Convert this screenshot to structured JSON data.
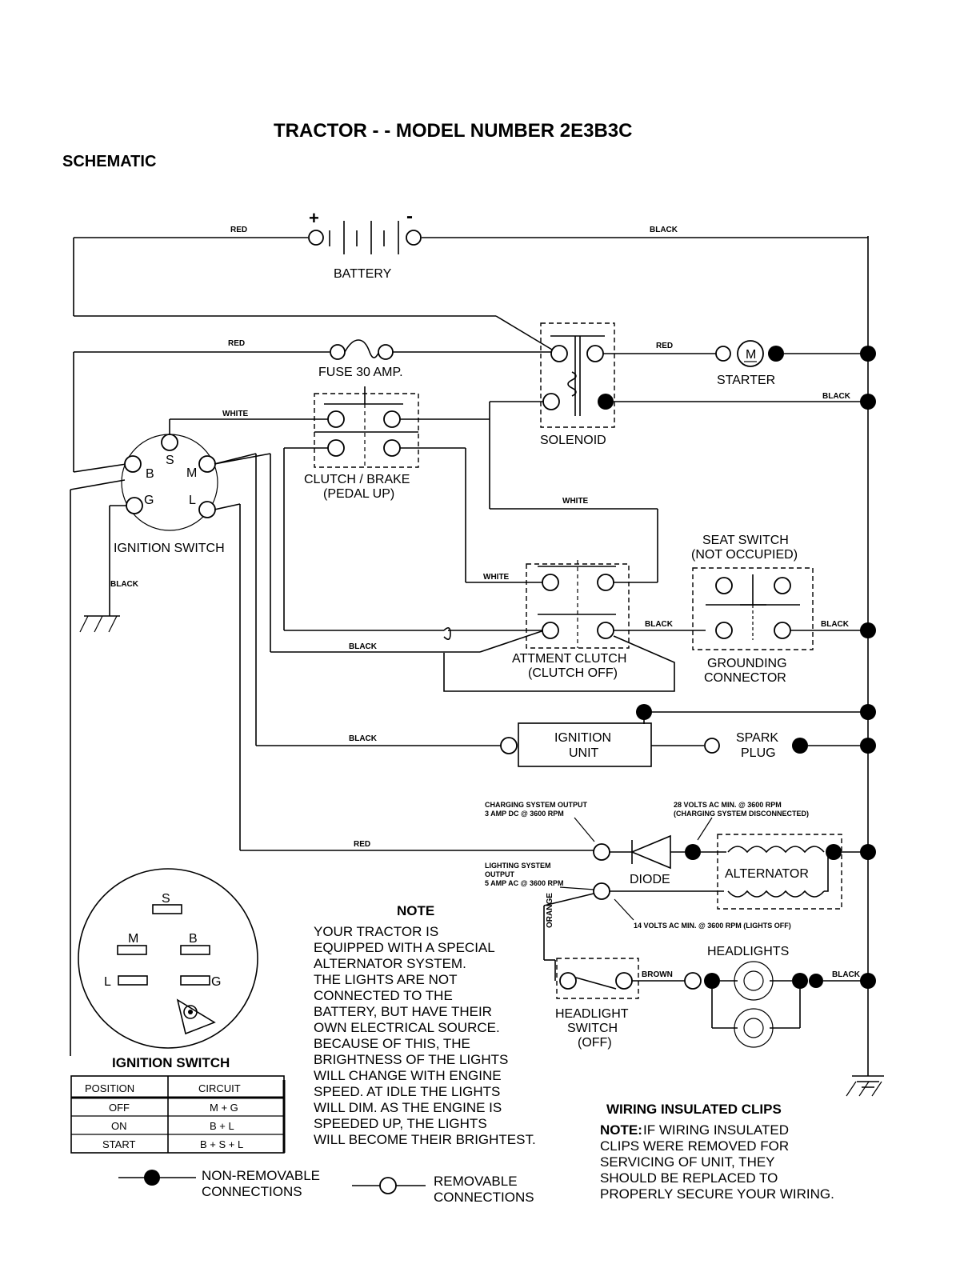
{
  "title": "TRACTOR - - MODEL NUMBER 2E3B3C",
  "subtitle": "SCHEMATIC",
  "components": {
    "battery": "BATTERY",
    "battery_plus": "+",
    "battery_minus": "-",
    "fuse": "FUSE 30 AMP.",
    "solenoid": "SOLENOID",
    "starter": "STARTER",
    "starter_motor": "M",
    "clutch_brake_1": "CLUTCH / BRAKE",
    "clutch_brake_2": "(PEDAL UP)",
    "ignition_switch": "IGNITION SWITCH",
    "seat_switch_1": "SEAT SWITCH",
    "seat_switch_2": "(NOT OCCUPIED)",
    "attment_clutch_1": "ATTMENT CLUTCH",
    "attment_clutch_2": "(CLUTCH OFF)",
    "grounding_1": "GROUNDING",
    "grounding_2": "CONNECTOR",
    "ignition_unit_1": "IGNITION",
    "ignition_unit_2": "UNIT",
    "spark_plug_1": "SPARK",
    "spark_plug_2": "PLUG",
    "diode": "DIODE",
    "alternator": "ALTERNATOR",
    "headlights": "HEADLIGHTS",
    "headlight_switch_1": "HEADLIGHT",
    "headlight_switch_2": "SWITCH",
    "headlight_switch_3": "(OFF)"
  },
  "terminals": {
    "b": "B",
    "s": "S",
    "m": "M",
    "g": "G",
    "l": "L"
  },
  "wires": {
    "red": "RED",
    "black": "BLACK",
    "white": "WHITE",
    "brown": "BROWN",
    "orange": "ORANGE"
  },
  "annotations": {
    "charging_output_1": "CHARGING SYSTEM OUTPUT",
    "charging_output_2": "3 AMP DC @ 3600 RPM",
    "volts_28_1": "28 VOLTS AC MIN. @ 3600 RPM",
    "volts_28_2": "(CHARGING SYSTEM DISCONNECTED)",
    "lighting_output_1": "LIGHTING SYSTEM",
    "lighting_output_2": "OUTPUT",
    "lighting_output_3": "5 AMP AC @ 3600 RPM",
    "volts_14": "14 VOLTS AC MIN. @ 3600 RPM (LIGHTS OFF)"
  },
  "note": {
    "heading": "NOTE",
    "lines": [
      "YOUR TRACTOR IS",
      "EQUIPPED WITH A SPECIAL",
      "ALTERNATOR SYSTEM.",
      "THE LIGHTS ARE NOT",
      "CONNECTED TO THE",
      "BATTERY, BUT HAVE THEIR",
      "OWN ELECTRICAL SOURCE.",
      "BECAUSE OF THIS, THE",
      "BRIGHTNESS OF THE LIGHTS",
      "WILL CHANGE WITH ENGINE",
      "SPEED.  AT IDLE THE LIGHTS",
      "WILL DIM.  AS THE ENGINE IS",
      "SPEEDED UP, THE LIGHTS",
      "WILL BECOME THEIR BRIGHTEST."
    ]
  },
  "ignition_table": {
    "title": "IGNITION SWITCH",
    "headers": [
      "POSITION",
      "CIRCUIT"
    ],
    "rows": [
      [
        "OFF",
        "M + G"
      ],
      [
        "ON",
        "B + L"
      ],
      [
        "START",
        "B + S + L"
      ]
    ]
  },
  "legend": {
    "non_removable_1": "NON-REMOVABLE",
    "non_removable_2": "CONNECTIONS",
    "removable_1": "REMOVABLE",
    "removable_2": "CONNECTIONS"
  },
  "wiring_clips": {
    "heading": "WIRING INSULATED CLIPS",
    "note_label": "NOTE:",
    "lines": [
      "IF WIRING INSULATED",
      "CLIPS WERE REMOVED FOR",
      "SERVICING OF UNIT, THEY",
      "SHOULD BE REPLACED TO",
      "PROPERLY SECURE YOUR WIRING."
    ]
  }
}
